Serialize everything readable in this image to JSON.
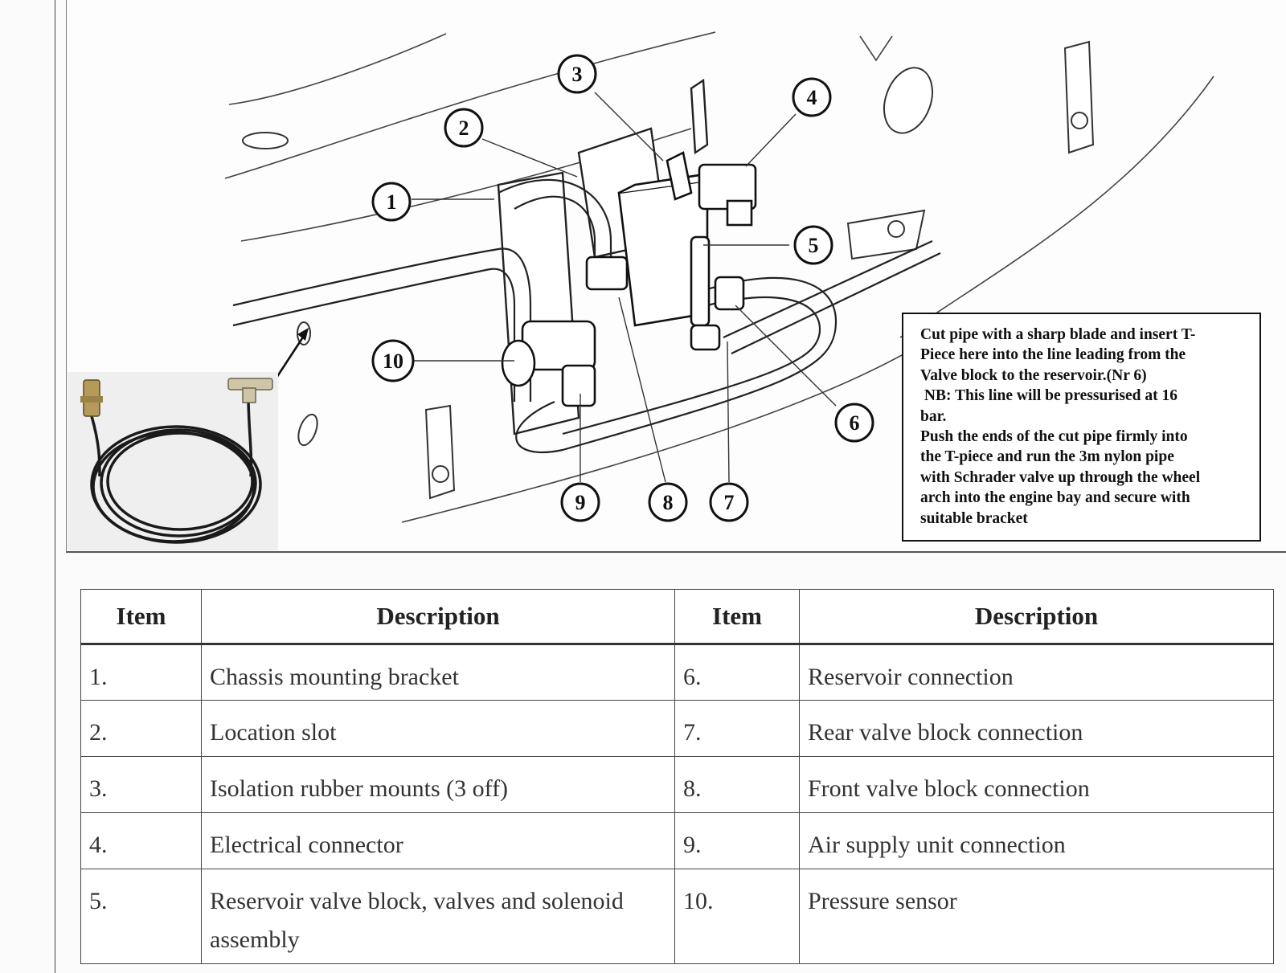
{
  "diagram": {
    "callouts": [
      "1",
      "2",
      "3",
      "4",
      "5",
      "6",
      "7",
      "8",
      "9",
      "10"
    ]
  },
  "note": {
    "lines": [
      "Cut pipe with a sharp blade and insert T-",
      "Piece here into the line leading from the",
      "Valve block to the reservoir.(Nr 6)",
      " NB: This line will be pressurised at 16",
      "bar.",
      "Push the ends of the cut pipe firmly into",
      "the T-piece and run the 3m nylon pipe",
      "with Schrader valve up through the wheel",
      "arch into the engine bay and secure with",
      "suitable bracket"
    ]
  },
  "table": {
    "headers": [
      "Item",
      "Description",
      "Item",
      "Description"
    ],
    "rows": [
      {
        "item_a": "1.",
        "desc_a": "Chassis mounting bracket",
        "item_b": "6.",
        "desc_b": "Reservoir connection"
      },
      {
        "item_a": "2.",
        "desc_a": "Location slot",
        "item_b": "7.",
        "desc_b": "Rear valve block connection"
      },
      {
        "item_a": "3.",
        "desc_a": "Isolation rubber mounts (3 off)",
        "item_b": "8.",
        "desc_b": "Front valve block connection"
      },
      {
        "item_a": "4.",
        "desc_a": "Electrical connector",
        "item_b": "9.",
        "desc_b": "Air supply unit connection"
      },
      {
        "item_a": "5.",
        "desc_a": "Reservoir valve block, valves and solenoid assembly",
        "item_b": "10.",
        "desc_b": "Pressure sensor"
      }
    ]
  }
}
